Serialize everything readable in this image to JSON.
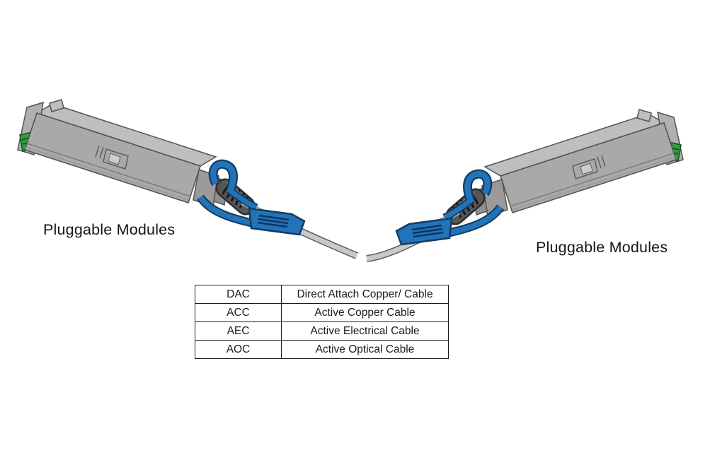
{
  "labels": {
    "left_module": "Pluggable Modules",
    "right_module": "Pluggable Modules"
  },
  "table": {
    "rows": [
      {
        "abbr": "DAC",
        "meaning": "Direct Attach Copper/ Cable"
      },
      {
        "abbr": "ACC",
        "meaning": "Active Copper Cable"
      },
      {
        "abbr": "AEC",
        "meaning": "Active Electrical Cable"
      },
      {
        "abbr": "AOC",
        "meaning": "Active Optical Cable"
      }
    ]
  },
  "colors": {
    "module_gray": "#a8a9a8",
    "module_gray_light": "#bdbebd",
    "module_gray_dark": "#9a9a9a",
    "outline_gray": "#545454",
    "pull_tab_blue": "#2273b8",
    "pull_tab_blue_dark": "#123c63",
    "connector_green": "#2f9e41",
    "boot_dark": "#565656",
    "boot_outline": "#2d2d2d",
    "cable_gray": "#c9c9c9",
    "cable_outline": "#5f5f5f",
    "cable_white": "#e8e8e8",
    "text_black": "#151515"
  }
}
